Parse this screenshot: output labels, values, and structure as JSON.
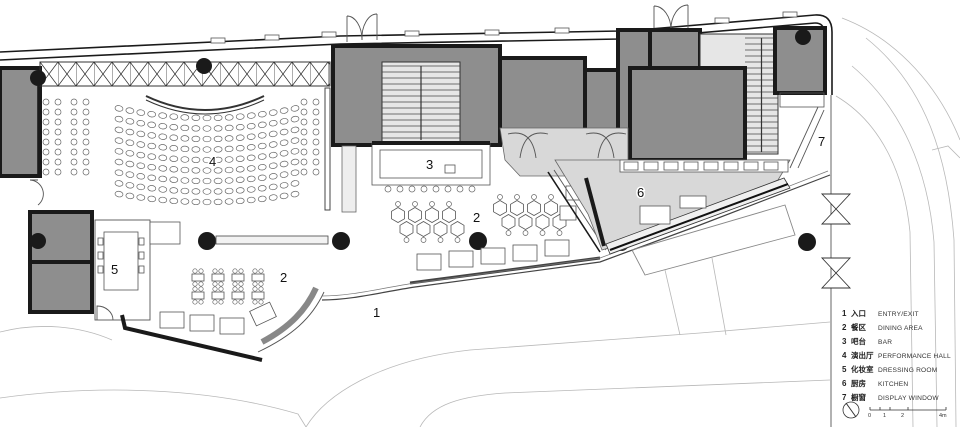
{
  "area_labels": {
    "performance_hall": "4",
    "bar": "3",
    "dining_center": "2",
    "dining_left": "2",
    "dressing_room": "5",
    "kitchen": "6",
    "display_window": "7",
    "entry": "1"
  },
  "legend": [
    {
      "num": "1",
      "zh": "入口",
      "en": "ENTRY/EXIT"
    },
    {
      "num": "2",
      "zh": "餐区",
      "en": "DINING AREA"
    },
    {
      "num": "3",
      "zh": "吧台",
      "en": "BAR"
    },
    {
      "num": "4",
      "zh": "演出厅",
      "en": "PERFORMANCE HALL"
    },
    {
      "num": "5",
      "zh": "化妆室",
      "en": "DRESSING ROOM"
    },
    {
      "num": "6",
      "zh": "厨房",
      "en": "KITCHEN"
    },
    {
      "num": "7",
      "zh": "橱窗",
      "en": "DISPLAY WINDOW"
    }
  ],
  "scale_bar": {
    "labels": [
      "0",
      "1",
      "2",
      "4m"
    ]
  },
  "colors": {
    "wall": "#1a1a1a",
    "core_fill": "#8e8e8e",
    "kitchen_fill": "#d8d8d8"
  }
}
